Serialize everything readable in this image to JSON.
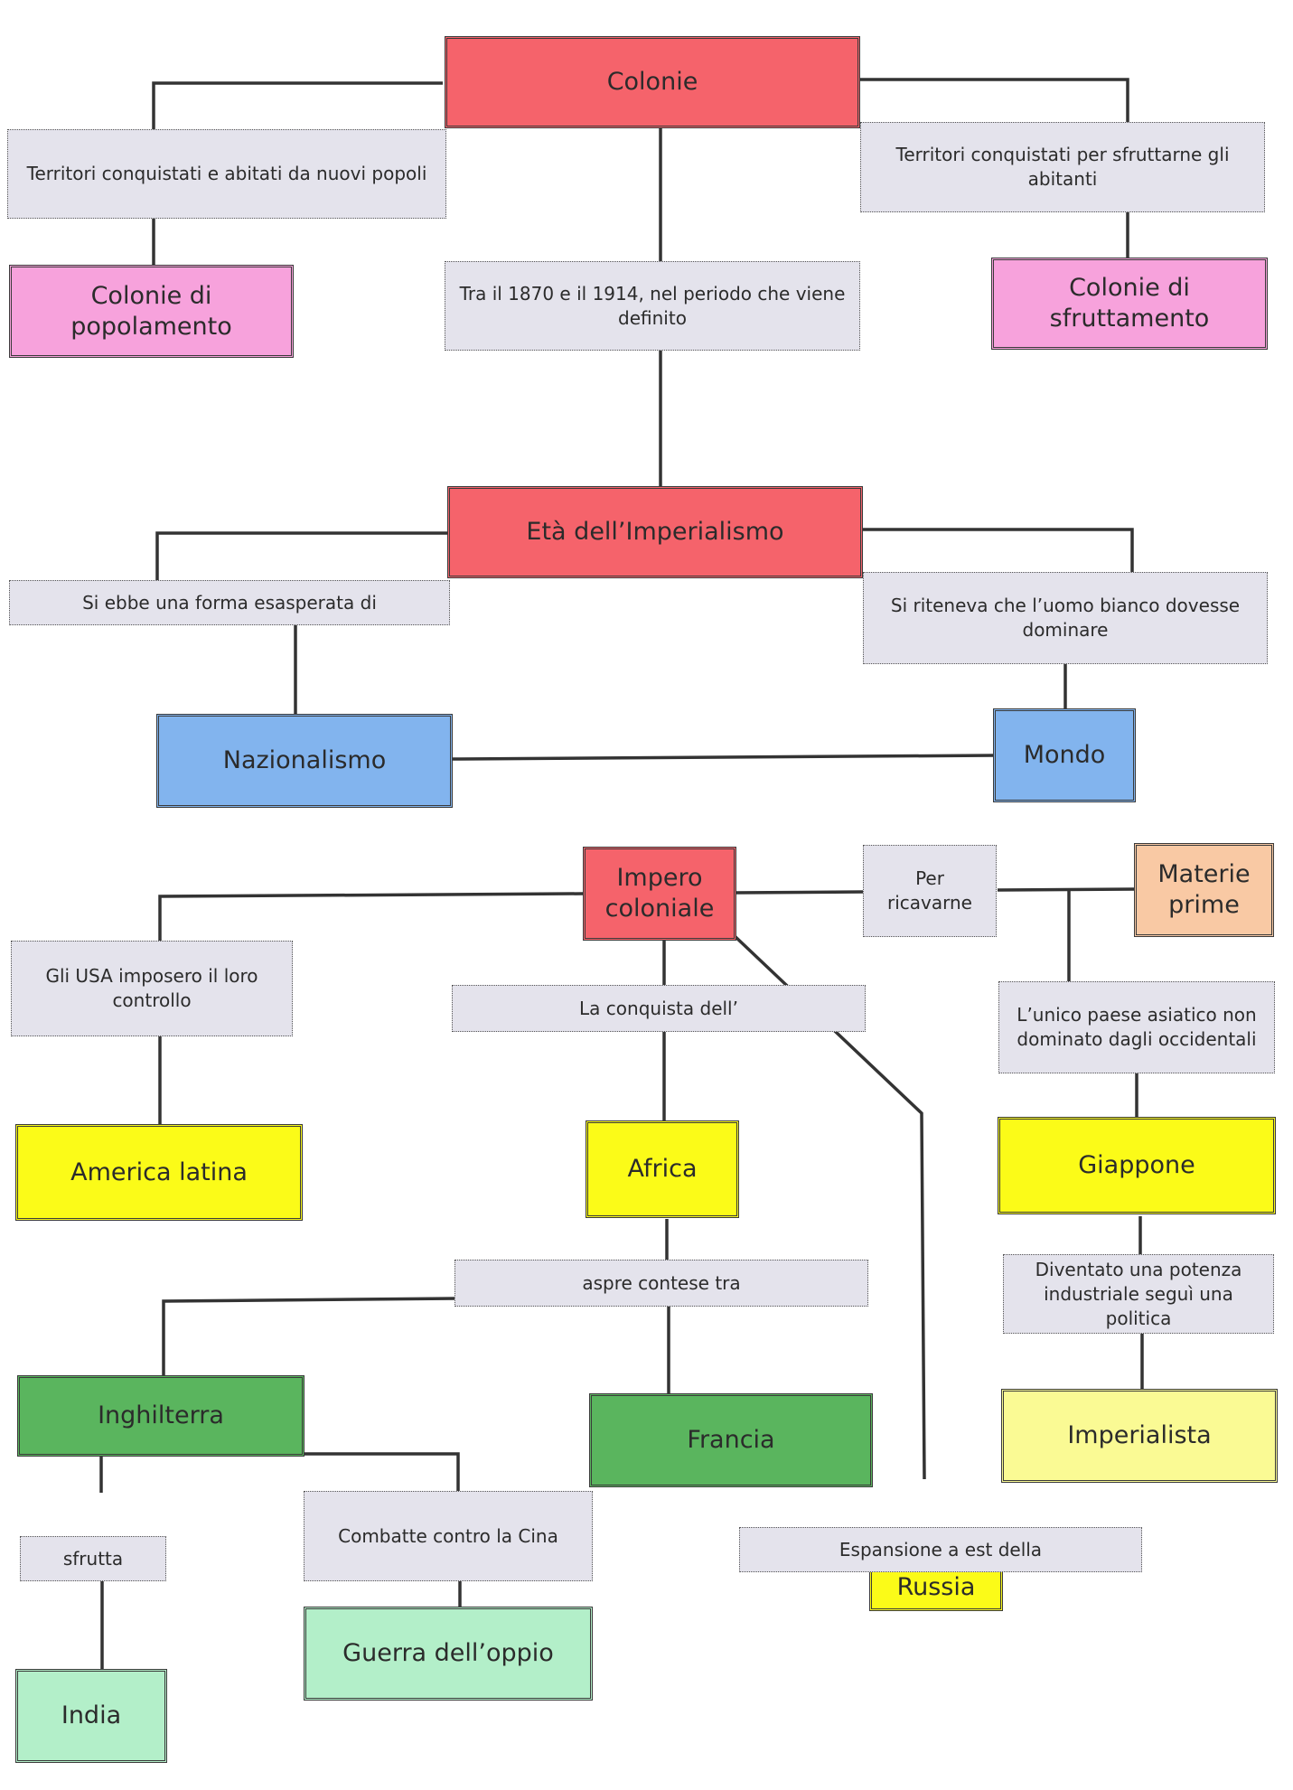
{
  "colors": {
    "red": "#f5636b",
    "pink": "#f7a2dc",
    "blue": "#82b4ee",
    "peach": "#f9c9a4",
    "yellow": "#fbfb18",
    "lightyellow": "#fafa94",
    "green": "#5ab55e",
    "lightgreen": "#b3efc9",
    "linkbox": "#e4e3ec"
  },
  "concepts": {
    "colonie": "Colonie",
    "colonie_popolamento": "Colonie di popolamento",
    "colonie_sfruttamento": "Colonie di sfruttamento",
    "eta_imperialismo": "Età dell’Imperialismo",
    "nazionalismo": "Nazionalismo",
    "mondo": "Mondo",
    "impero_coloniale": "Impero coloniale",
    "materie_prime": "Materie prime",
    "america_latina": "America latina",
    "africa": "Africa",
    "giappone": "Giappone",
    "inghilterra": "Inghilterra",
    "francia": "Francia",
    "imperialista": "Imperialista",
    "india": "India",
    "guerra_oppio": "Guerra dell’oppio",
    "russia": "Russia"
  },
  "links": {
    "abitati": "Territori conquistati e abitati da nuovi popoli",
    "sfruttarne": "Territori conquistati per sfruttarne gli abitanti",
    "periodo": "Tra il 1870 e il 1914, nel periodo che viene definito",
    "esasperata": "Si ebbe una forma esasperata di",
    "uomo_bianco": "Si riteneva che l’uomo bianco dovesse dominare",
    "ricavarne": "Per ricavarne",
    "usa": "Gli USA imposero il loro controllo",
    "conquista": "La conquista dell’",
    "unico_paese": "L’unico paese asiatico non dominato dagli occidentali",
    "contese": "aspre contese tra",
    "potenza": "Diventato una potenza industriale seguì una politica",
    "sfrutta": "sfrutta",
    "cina": "Combatte contro la Cina",
    "espansione": "Espansione a est della"
  }
}
